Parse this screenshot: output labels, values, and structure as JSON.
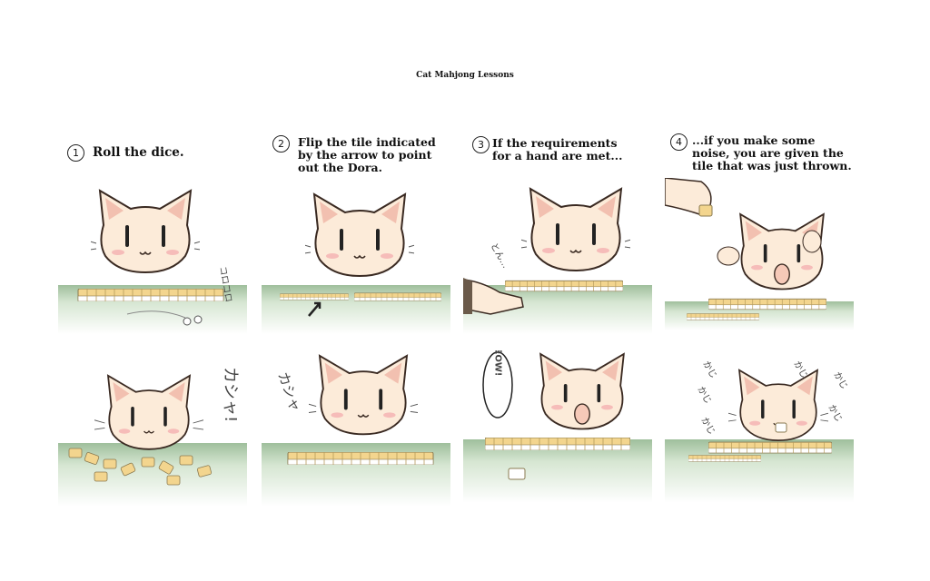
{
  "title": "Cat Mahjong Lessons",
  "steps": [
    {
      "num": "1",
      "text": "Roll the dice."
    },
    {
      "num": "2",
      "text": "Flip the tile indicated by the arrow to point out the Dora."
    },
    {
      "num": "3",
      "text": "If the requirements for a hand are met..."
    },
    {
      "num": "4",
      "text": "...if you make some noise, you are given the tile that was just thrown."
    }
  ],
  "sfx": {
    "roll": "コロコロ",
    "kasha": "カシャ!",
    "kacha": "カシャ",
    "tonn": "とん…",
    "meow": "MEOW!",
    "kaji": "かじ"
  }
}
